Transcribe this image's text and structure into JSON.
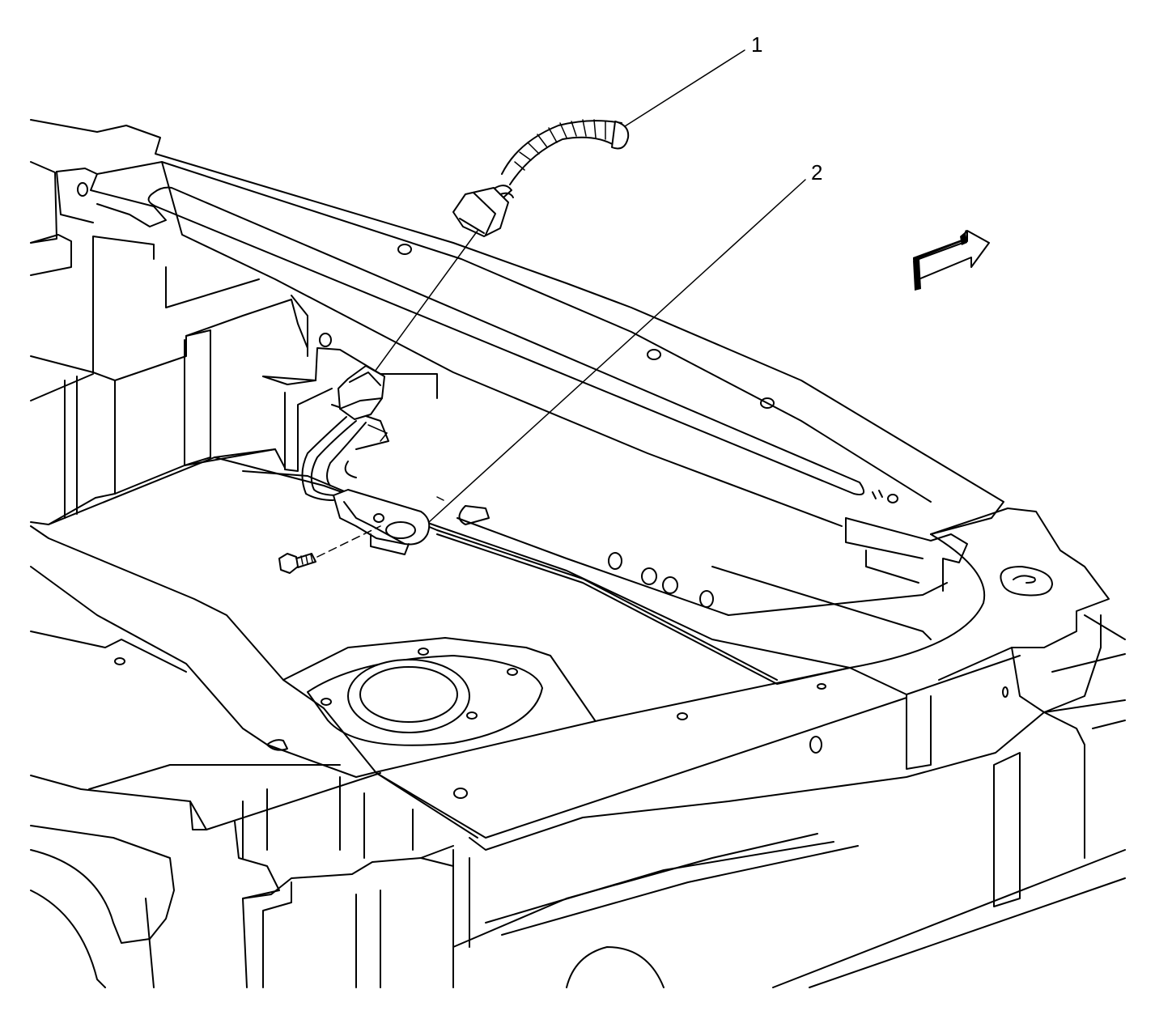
{
  "callouts": [
    {
      "id": "1",
      "text": "1"
    },
    {
      "id": "2",
      "text": "2"
    }
  ],
  "icons": {
    "direction_arrow": "front-direction-arrow-icon"
  },
  "colors": {
    "line": "#000000",
    "background": "#ffffff"
  }
}
